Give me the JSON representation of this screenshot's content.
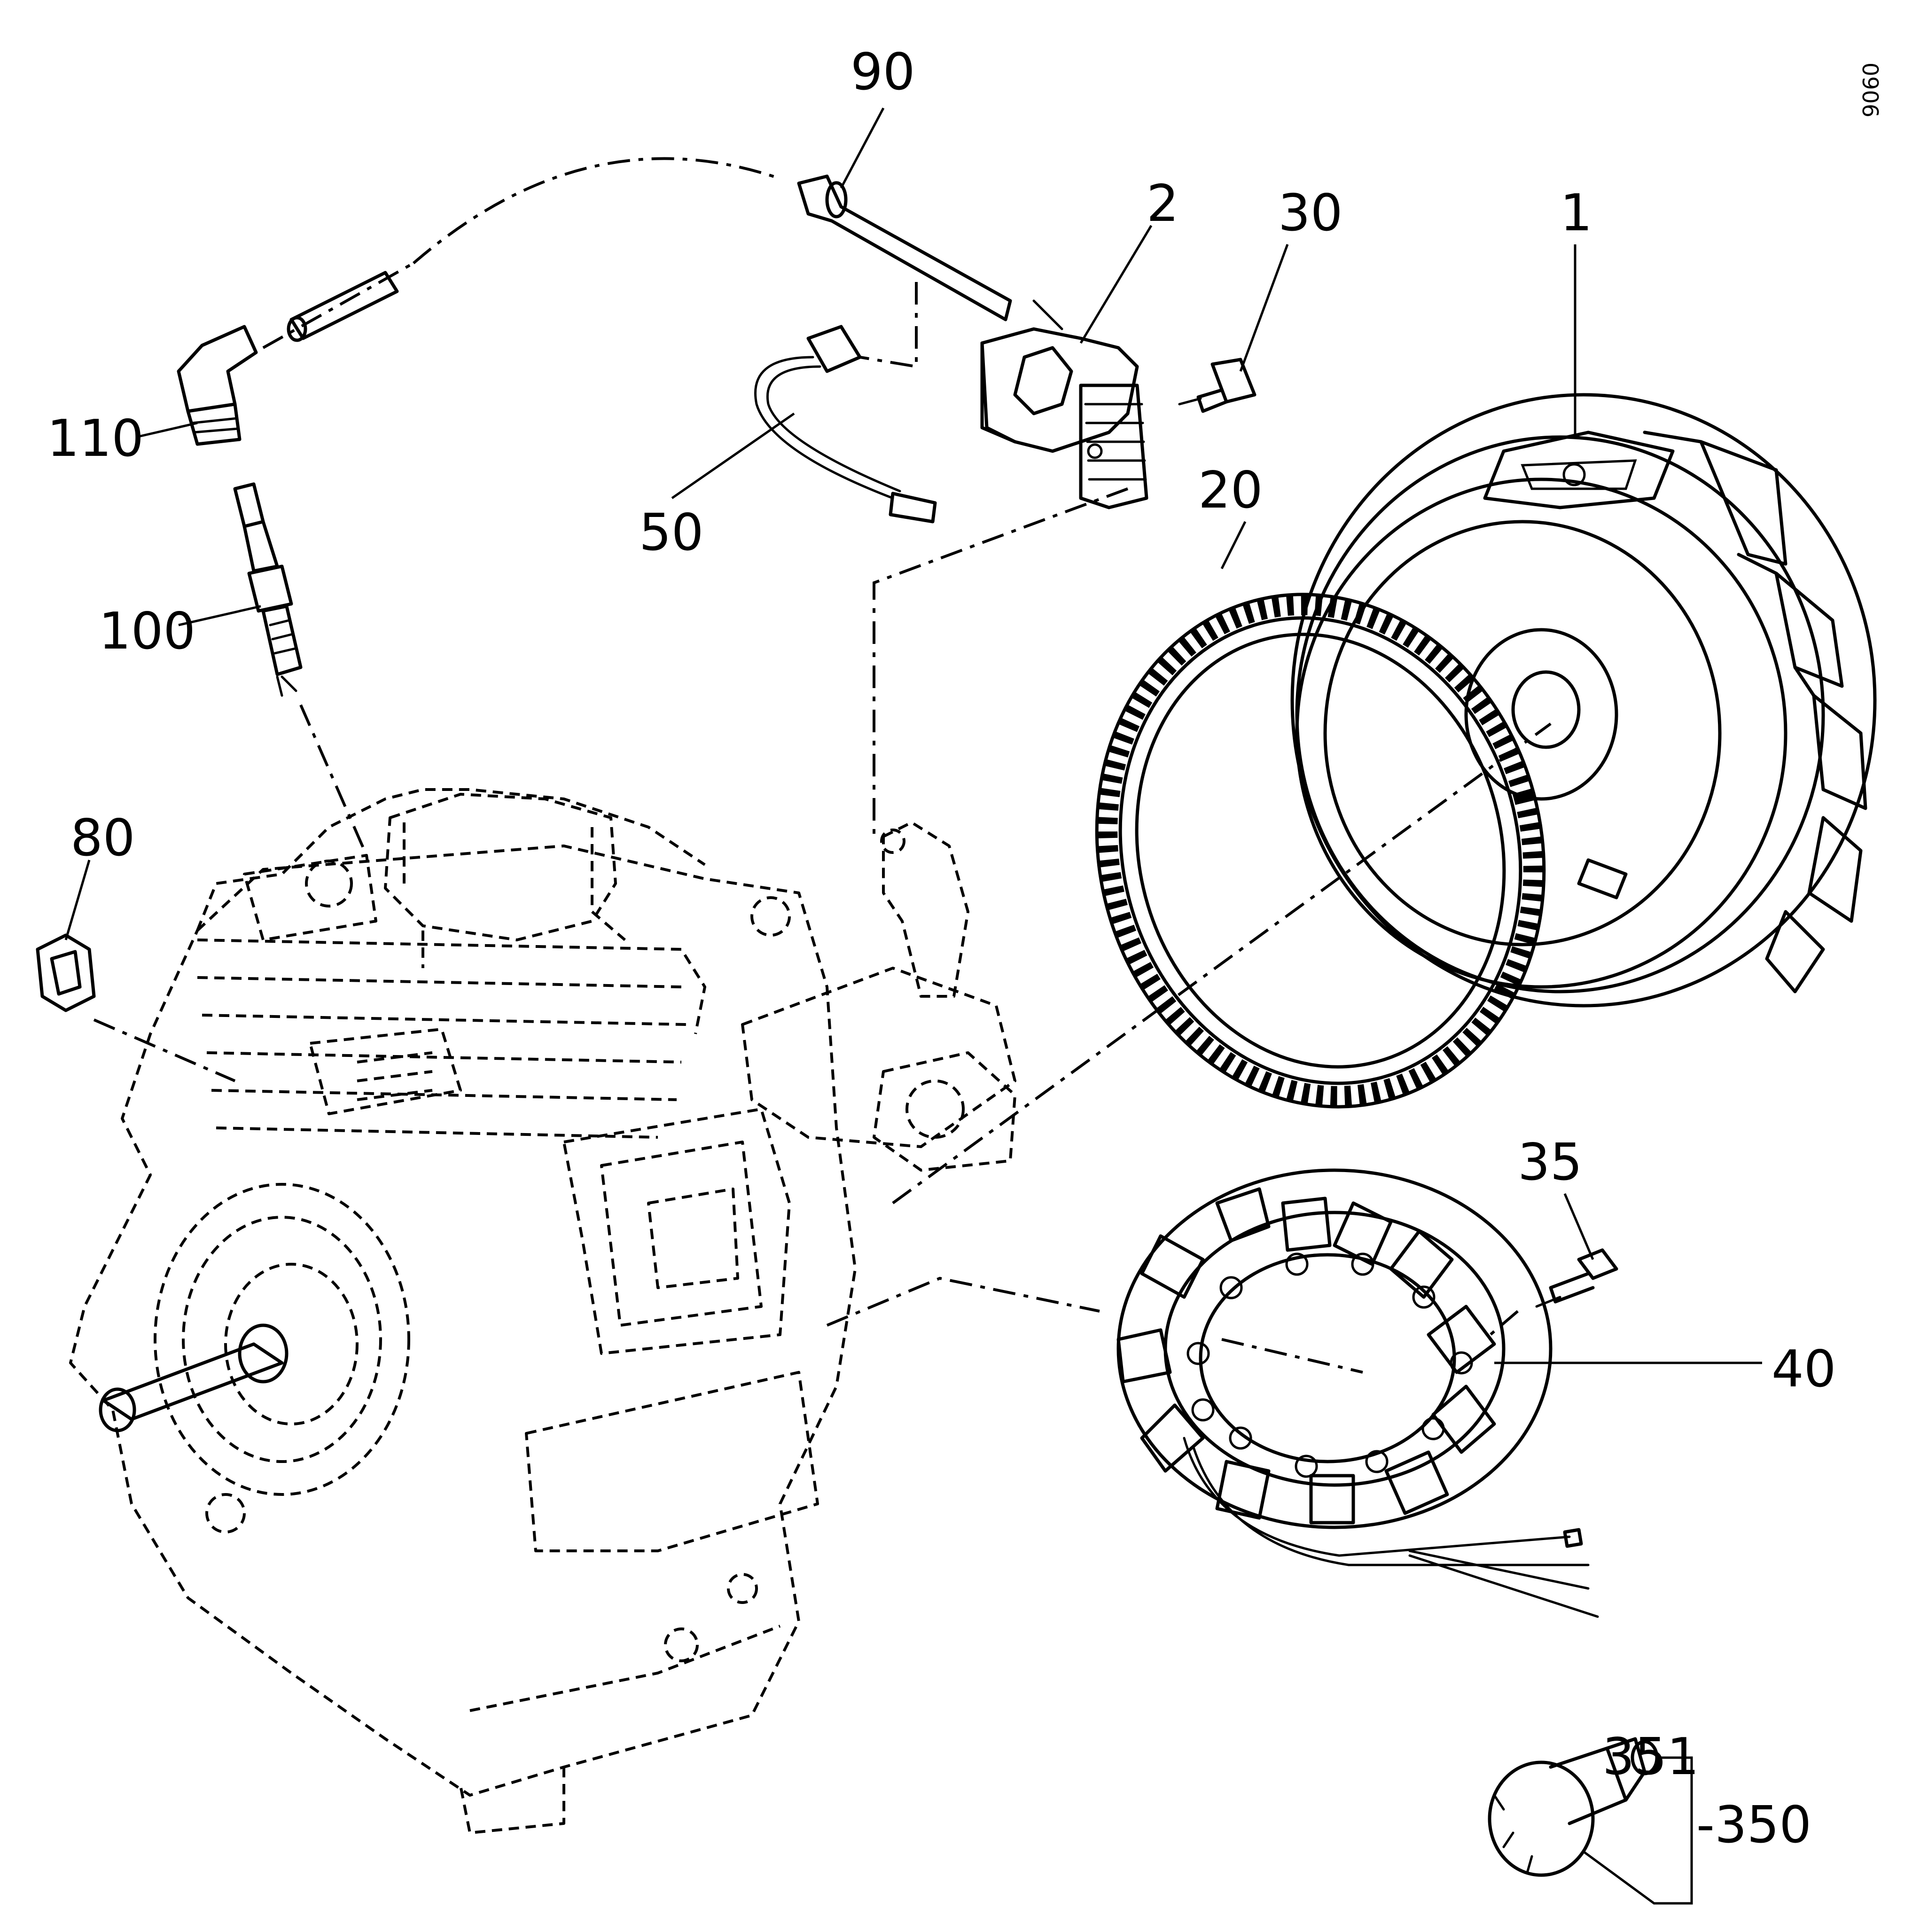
{
  "drawing_number": "9060",
  "callouts": {
    "c1": "1",
    "c2": "2",
    "c20": "20",
    "c30": "30",
    "c35": "35",
    "c40": "40",
    "c50": "50",
    "c80": "80",
    "c90": "90",
    "c100": "100",
    "c110": "110",
    "c350": "-350",
    "c351": "351"
  }
}
